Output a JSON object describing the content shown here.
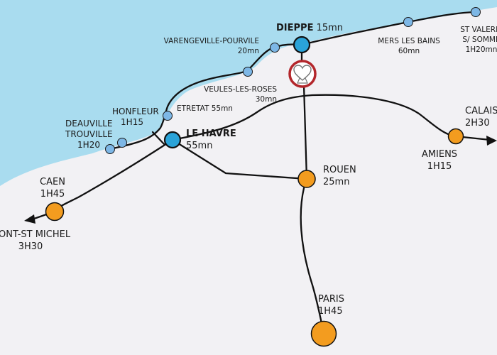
{
  "colors": {
    "sea": "#a9dcef",
    "land": "#f2f1f4",
    "route": "#111111",
    "coastal_station": "#7db7e6",
    "hub_station": "#2aa3d8",
    "city_station": "#f39c1f",
    "attraction_ring": "#b3262b"
  },
  "icons": {
    "attraction": "heart-in-circle-icon"
  },
  "stations": {
    "dieppe": {
      "name": "DIEPPE",
      "time": "15mn"
    },
    "varengeville": {
      "name": "VARENGEVILLE-POURVILE",
      "time": "20mn"
    },
    "veules": {
      "name": "VEULES-LES-ROSES",
      "time": "30mn"
    },
    "etretat": {
      "name": "ETRETAT",
      "time": "55mn"
    },
    "honfleur": {
      "name": "HONFLEUR",
      "time": "1H15"
    },
    "deauville": {
      "name": "DEAUVILLE",
      "name2": "TROUVILLE",
      "time": "1H20"
    },
    "lehavre": {
      "name": "LE HAVRE",
      "time": "55mn"
    },
    "mers": {
      "name": "MERS LES BAINS",
      "time": "60mn"
    },
    "stvalery": {
      "name": "ST VALERIE",
      "name2": "S/ SOMME",
      "time": "1H20mn"
    },
    "calais": {
      "name": "CALAIS",
      "time": "2H30"
    },
    "amiens": {
      "name": "AMIENS",
      "time": "1H15"
    },
    "caen": {
      "name": "CAEN",
      "time": "1H45"
    },
    "montstmichel": {
      "name": "ONT-ST MICHEL",
      "time": "3H30"
    },
    "rouen": {
      "name": "ROUEN",
      "time": "25mn"
    },
    "paris": {
      "name": "PARIS",
      "time": "1H45"
    }
  }
}
